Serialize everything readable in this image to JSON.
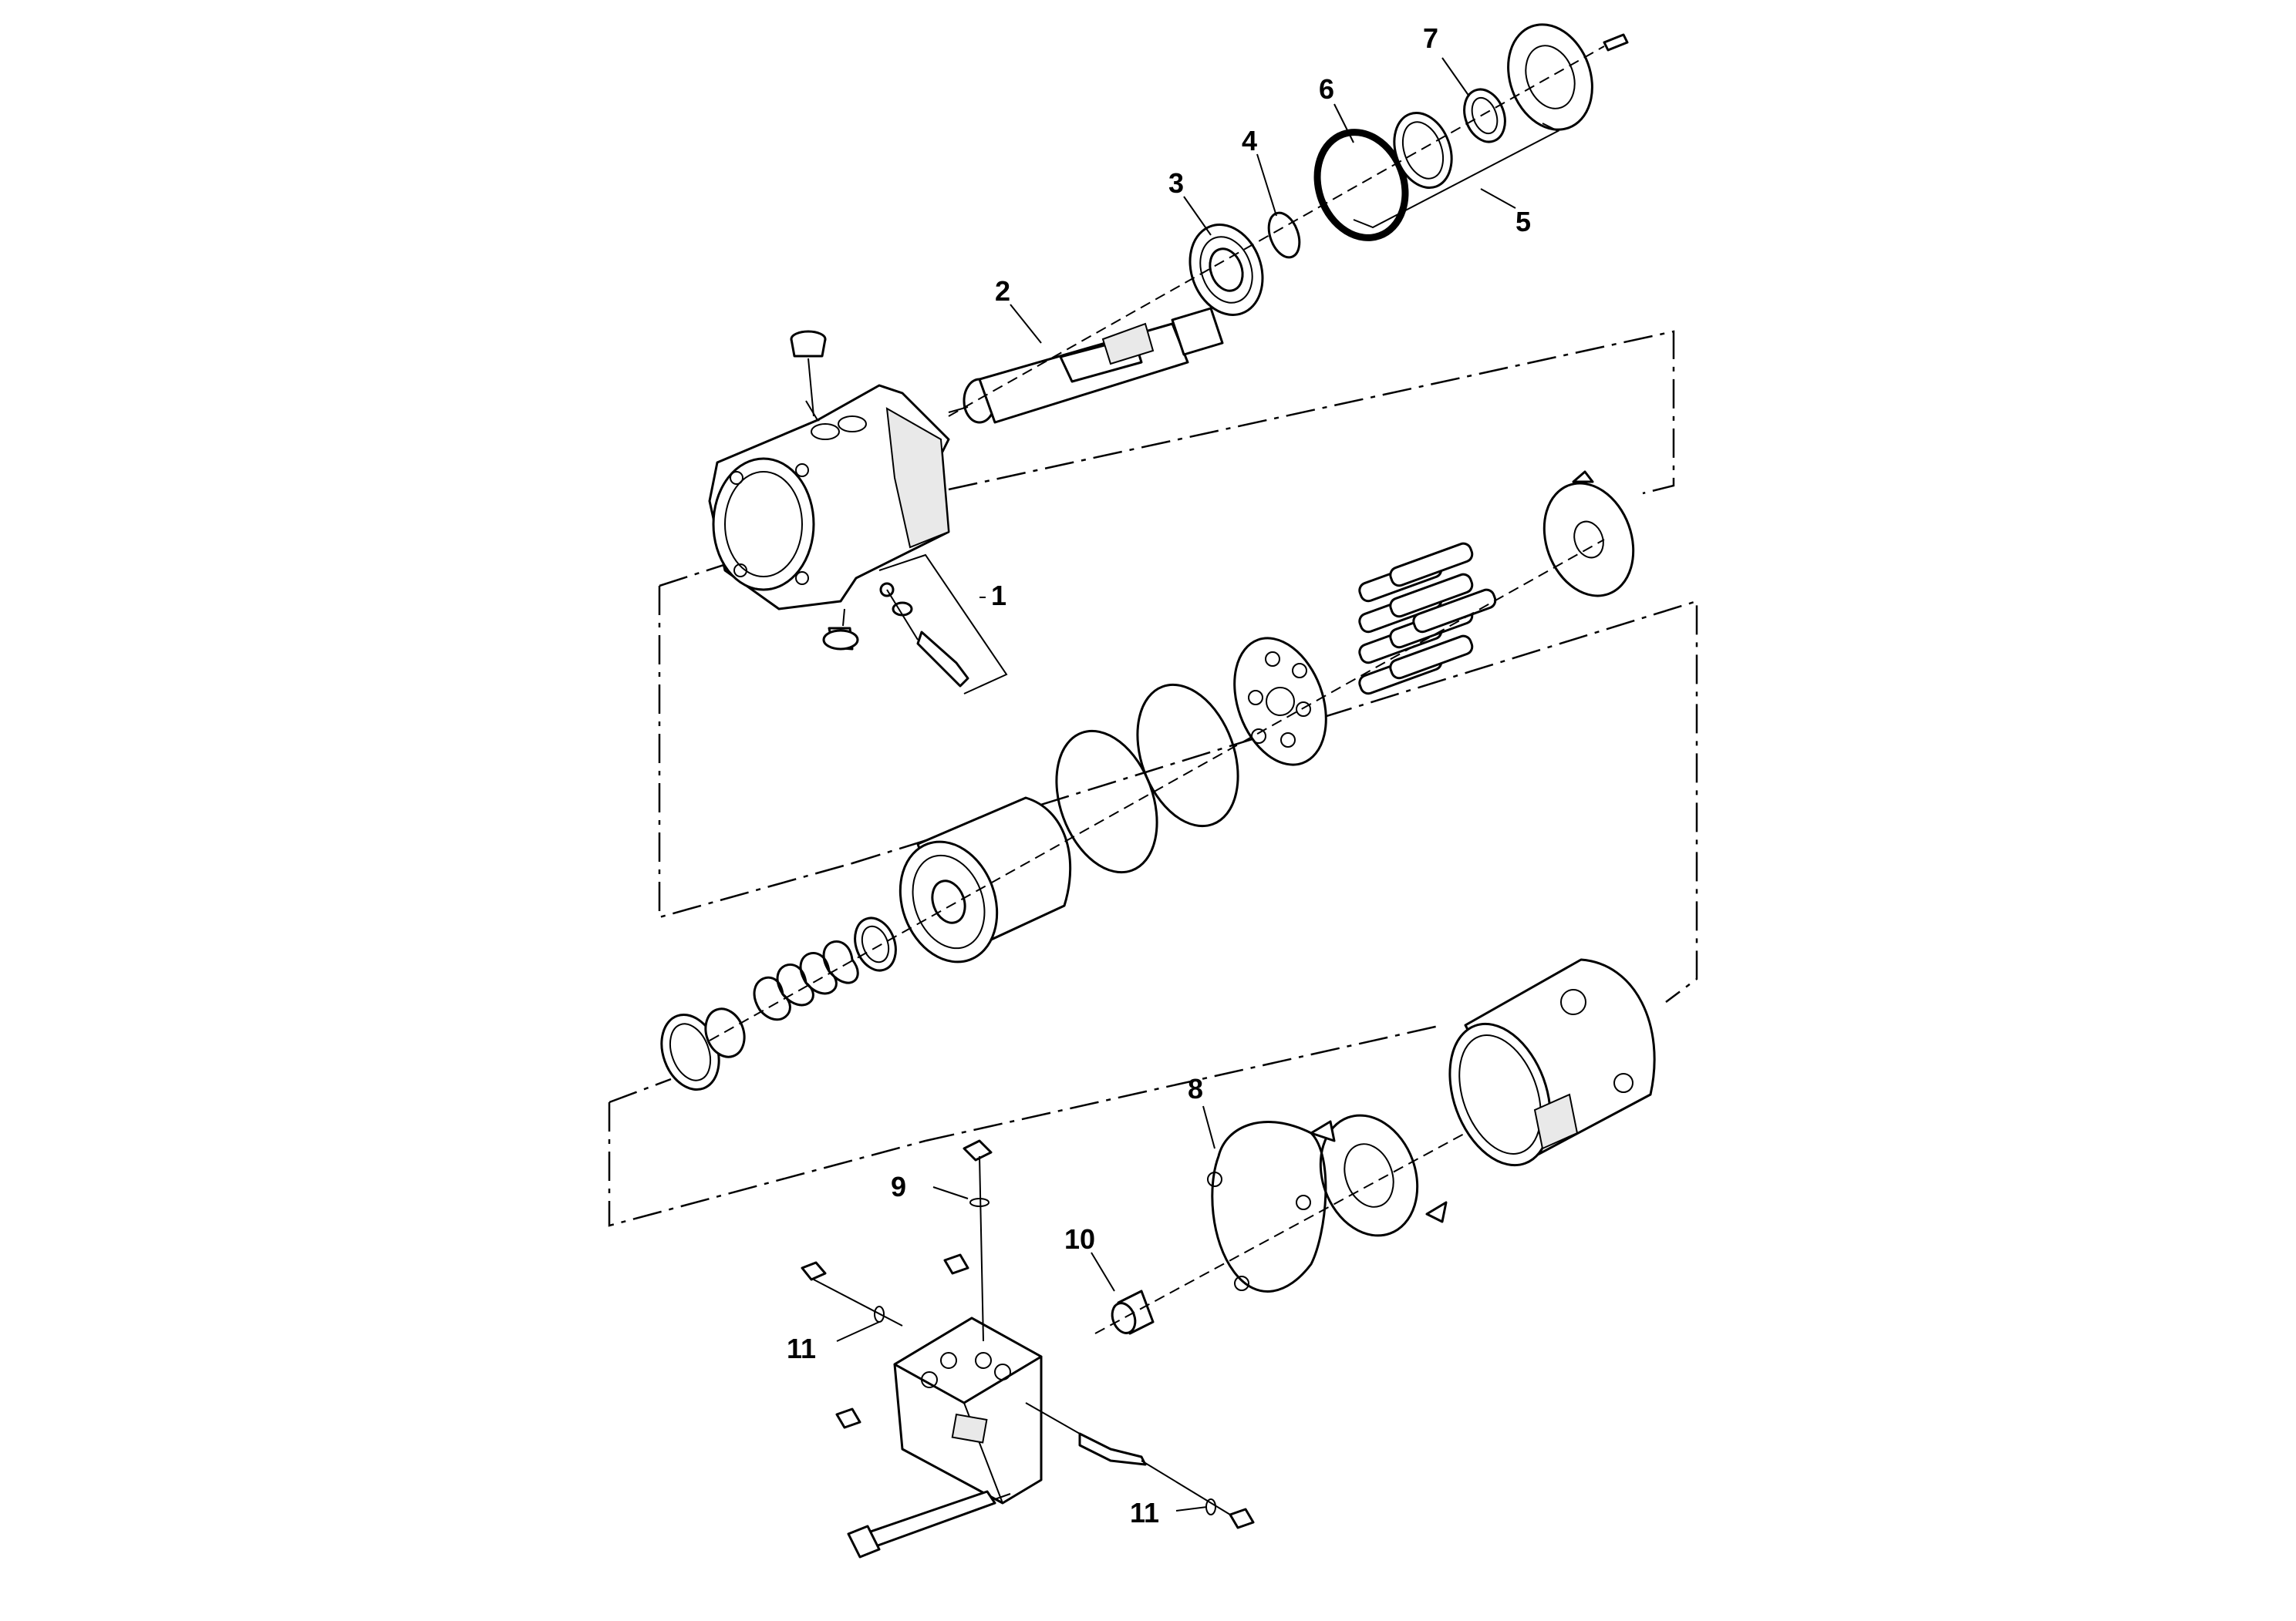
{
  "callouts": {
    "c1": "1",
    "c2": "2",
    "c3": "3",
    "c4": "4",
    "c5": "5",
    "c6": "6",
    "c7": "7",
    "c8": "8",
    "c9": "9",
    "c10": "10",
    "c11a": "11",
    "c11b": "11"
  }
}
